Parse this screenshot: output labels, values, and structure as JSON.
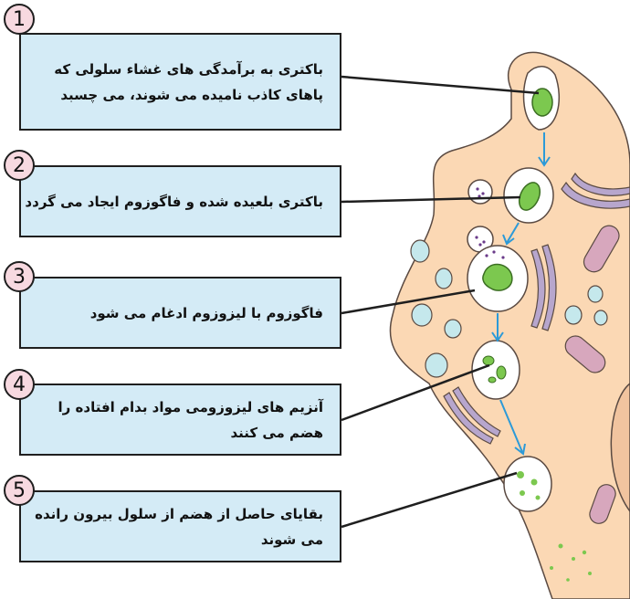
{
  "steps": [
    {
      "number": "1",
      "lines": [
        "باکتری به برآمدگی های غشاء سلولی که",
        "پاهای کاذب نامیده می شوند، می چسبد"
      ]
    },
    {
      "number": "2",
      "lines": [
        "باکتری بلعیده شده و فاگوزوم ایجاد می گردد"
      ]
    },
    {
      "number": "3",
      "lines": [
        "فاگوزوم با لیزوزوم ادغام می شود"
      ]
    },
    {
      "number": "4",
      "lines": [
        "آنزیم های لیزوزومی مواد بدام افتاده را",
        "هضم می کنند"
      ]
    },
    {
      "number": "5",
      "lines": [
        "بقایای حاصل از هضم از سلول بیرون رانده",
        "می شوند"
      ]
    }
  ],
  "colors": {
    "cytoplasm": "#fbd8b4",
    "box_fill": "#d4ebf6",
    "number_fill": "#f7d9e0",
    "bacterium": "#7cc84f",
    "arrow": "#2c9ad8",
    "vesicle": "#ffffff",
    "golgi": "#b7a6cd",
    "mitochondria": "#d7a7bd",
    "organelle_cyan": "#c5e8ec"
  }
}
